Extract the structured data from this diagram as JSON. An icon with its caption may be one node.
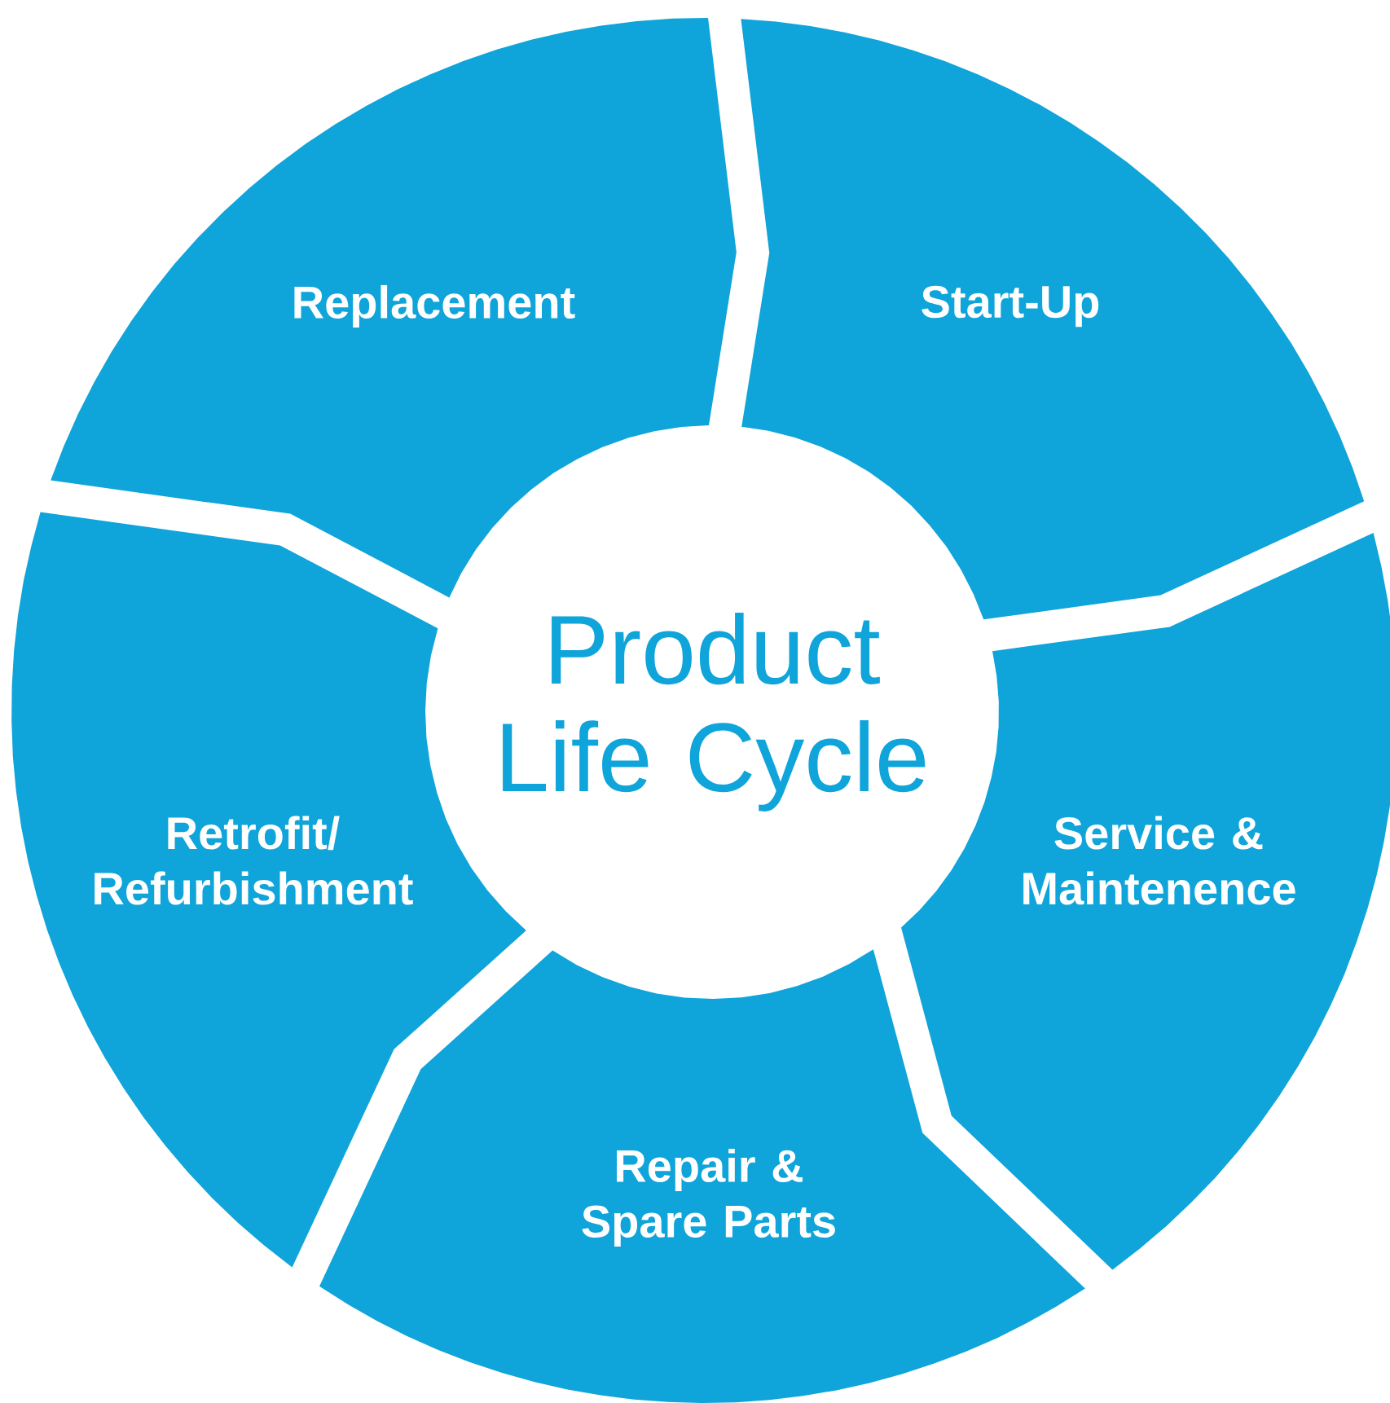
{
  "diagram": {
    "nodes": [
      {
        "text": [
          "Product Life Cycle"
        ]
      },
      {
        "text": [
          "Replacement"
        ]
      },
      {
        "text": [
          "Start-Up"
        ]
      },
      {
        "text": [
          "Service & Maintenence"
        ]
      },
      {
        "text": [
          "Repair & Spare Parts"
        ]
      },
      {
        "text": [
          "Retrofit/ Refurbishment"
        ]
      }
    ]
  }
}
